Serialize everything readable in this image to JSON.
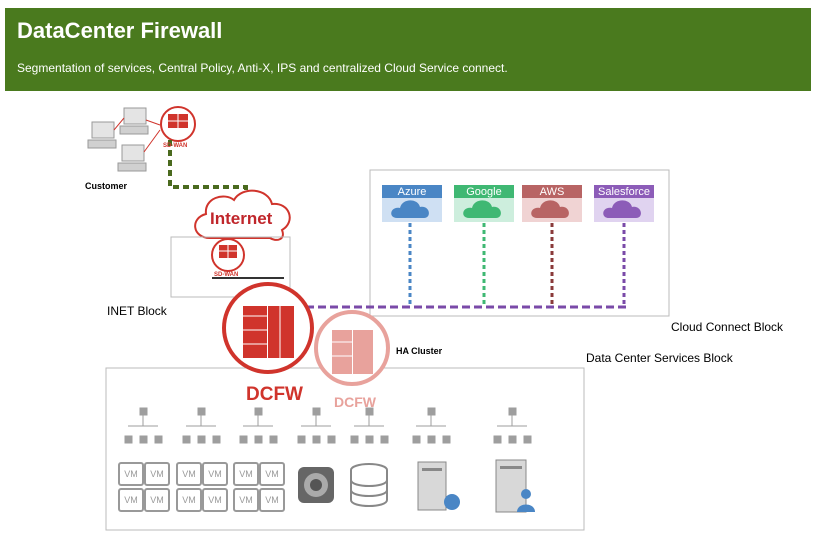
{
  "header": {
    "title": "DataCenter Firewall",
    "subtitle": "Segmentation of services, Central Policy, Anti-X, IPS and centralized Cloud Service connect."
  },
  "labels": {
    "customer": "Customer",
    "internet": "Internet",
    "sdwan": "SD-WAN",
    "inet_block": "INET Block",
    "cloud_connect_block": "Cloud Connect Block",
    "ha_cluster": "HA Cluster",
    "dc_services_block": "Data Center Services Block",
    "dcfw_primary": "DCFW",
    "dcfw_secondary": "DCFW",
    "vm": "VM"
  },
  "clouds": [
    {
      "name": "Azure",
      "color": "#4a86c5",
      "bg": "#cfe0f3"
    },
    {
      "name": "Google",
      "color": "#3fb873",
      "bg": "#cdeedd"
    },
    {
      "name": "AWS",
      "color": "#b86464",
      "bg": "#f0d3d3"
    },
    {
      "name": "Salesforce",
      "color": "#8c5cb8",
      "bg": "#e0d3f0"
    }
  ],
  "colors": {
    "header_bg": "#4a7a1e",
    "dcfw_red": "#d0342c",
    "dcfw_light": "#e8a29c",
    "customer_link": "#4a6a1e",
    "cloud_bus": "#7a4aa8"
  },
  "icons": [
    "network-tree-icon",
    "vm-cluster-icon",
    "storage-appliance-icon",
    "database-icon",
    "secure-server-icon",
    "user-server-icon"
  ]
}
